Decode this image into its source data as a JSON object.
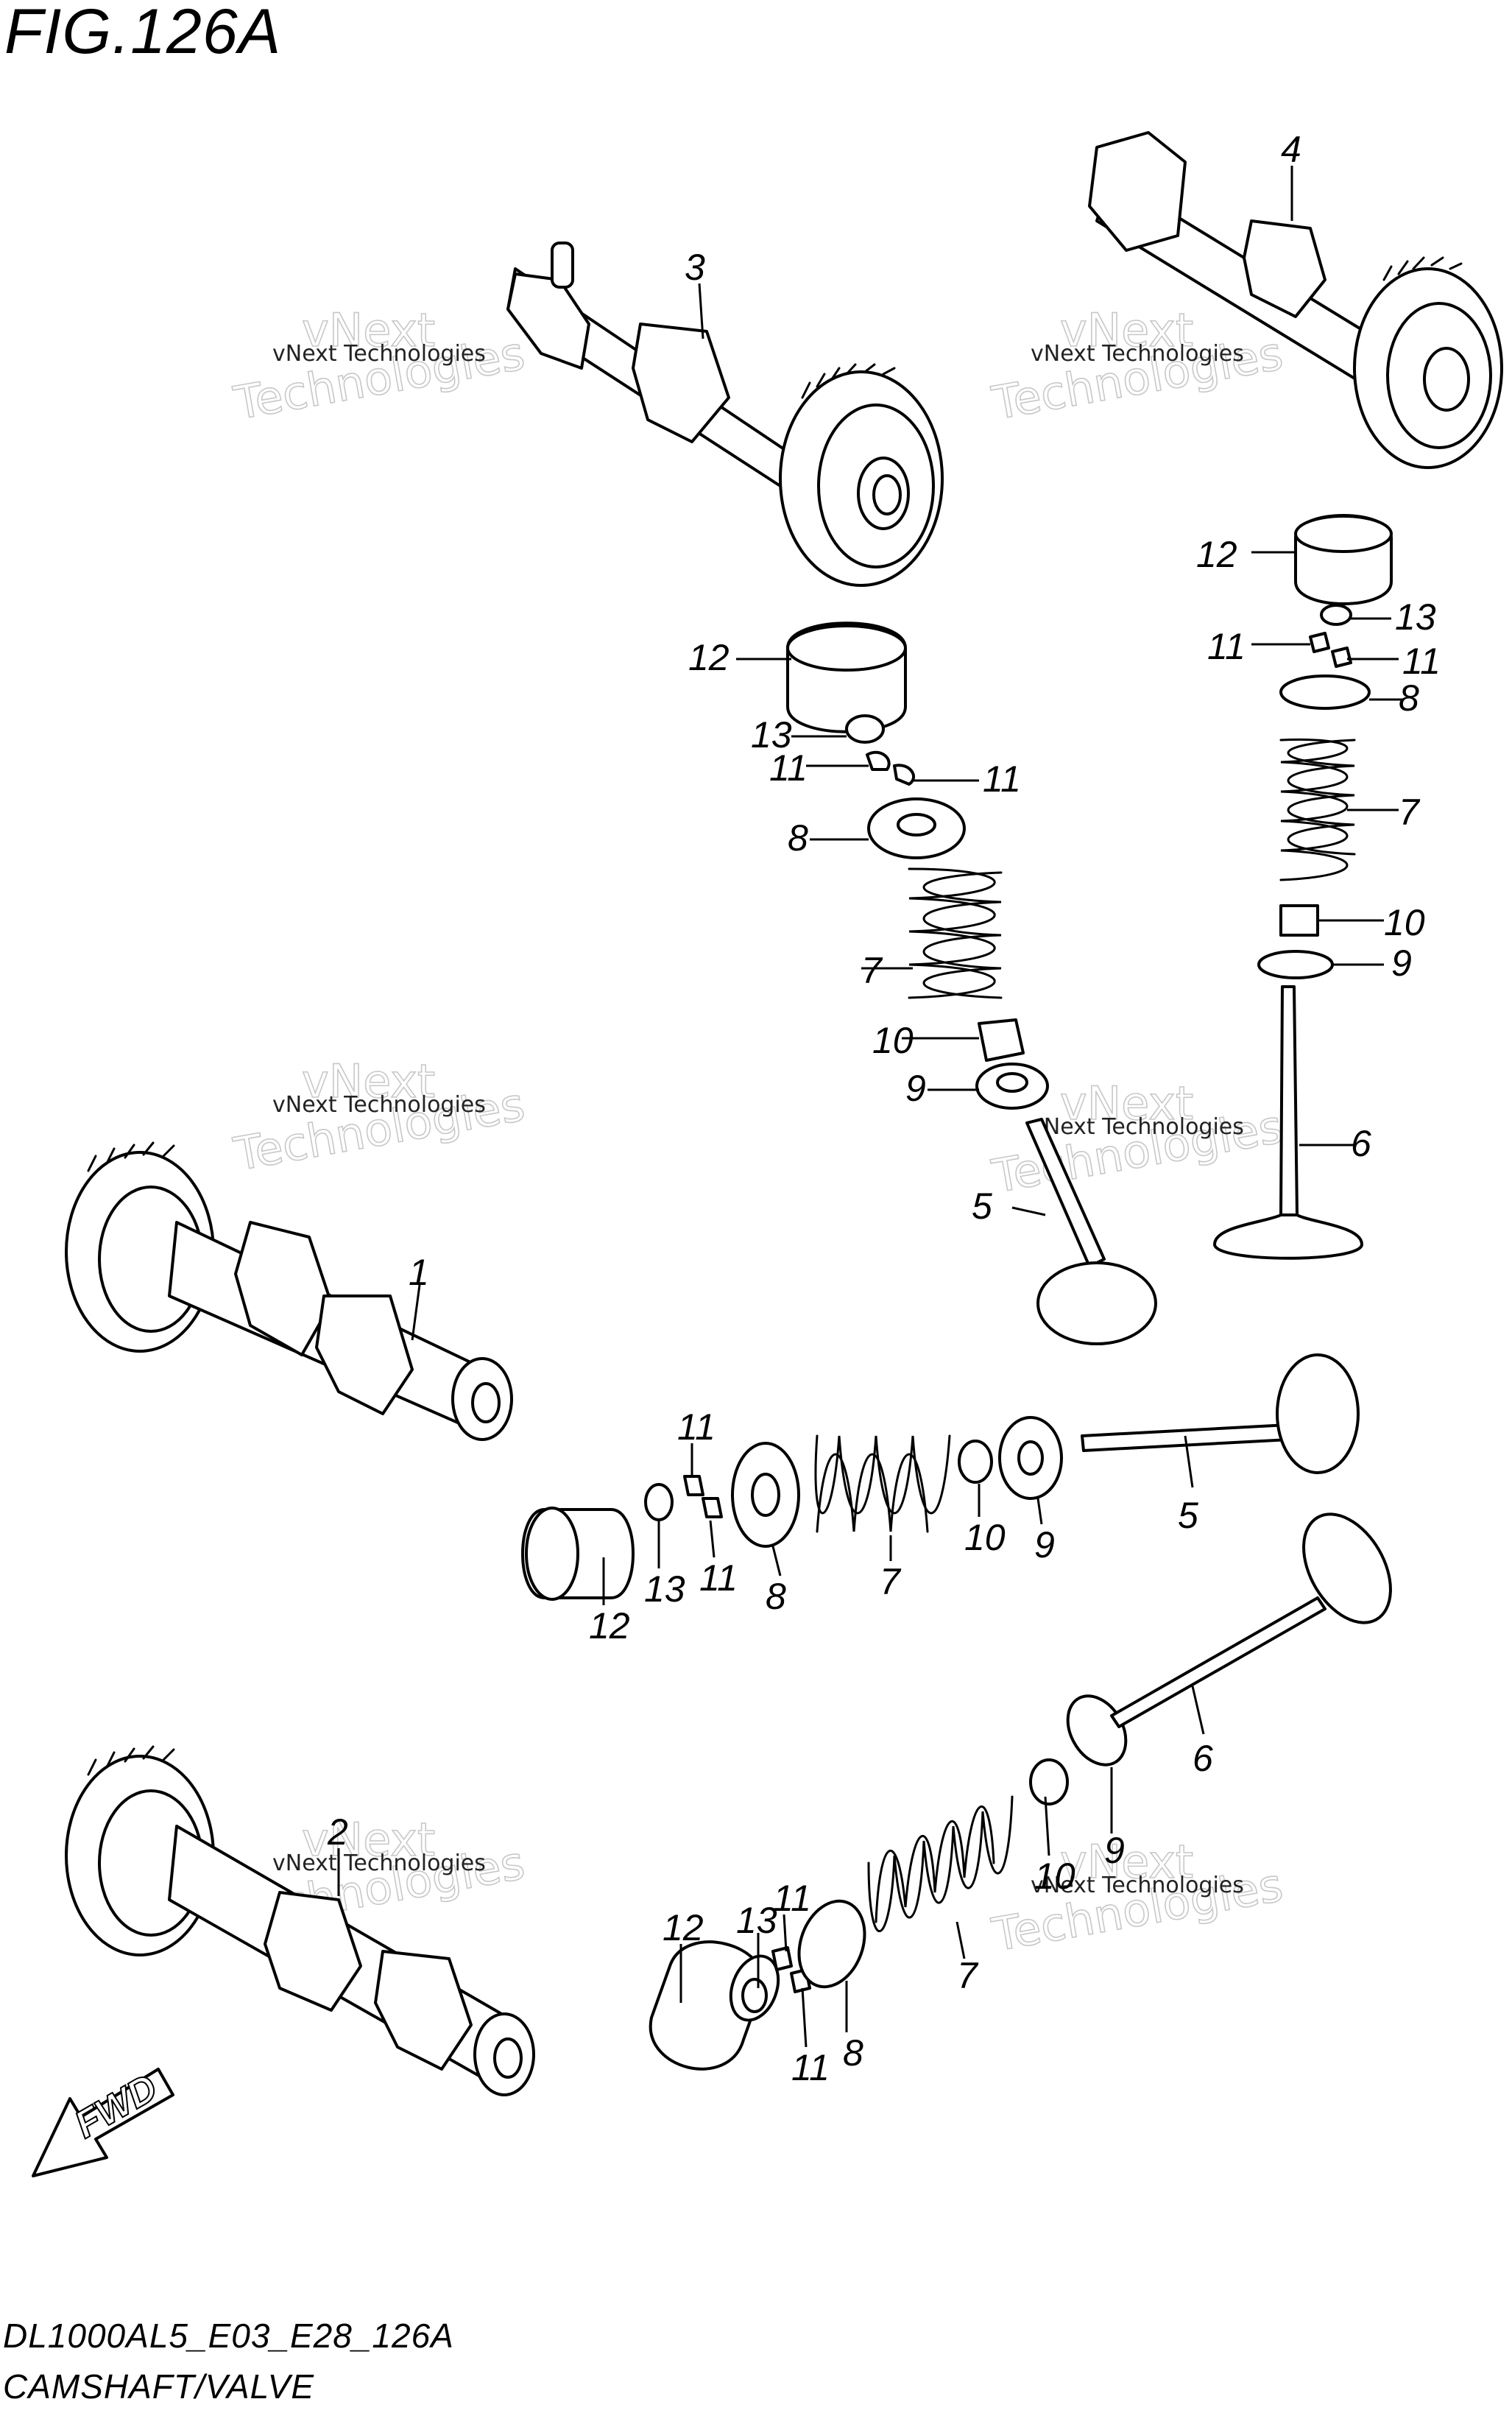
{
  "figure": {
    "title": "FIG.126A",
    "model_code": "DL1000AL5_E03_E28_126A",
    "section": "CAMSHAFT/VALVE"
  },
  "watermark": {
    "line_small": "vNext Technologies",
    "line_big_1": "vNext",
    "line_big_2": "Technologies"
  },
  "fwd_label": "FWD",
  "callouts": [
    {
      "id": "c1",
      "text": "1"
    },
    {
      "id": "c2",
      "text": "2"
    },
    {
      "id": "c3",
      "text": "3"
    },
    {
      "id": "c4",
      "text": "4"
    },
    {
      "id": "c5a",
      "text": "5"
    },
    {
      "id": "c5b",
      "text": "5"
    },
    {
      "id": "c6a",
      "text": "6"
    },
    {
      "id": "c6b",
      "text": "6"
    },
    {
      "id": "c7a",
      "text": "7"
    },
    {
      "id": "c7b",
      "text": "7"
    },
    {
      "id": "c7c",
      "text": "7"
    },
    {
      "id": "c7d",
      "text": "7"
    },
    {
      "id": "c8a",
      "text": "8"
    },
    {
      "id": "c8b",
      "text": "8"
    },
    {
      "id": "c8c",
      "text": "8"
    },
    {
      "id": "c8d",
      "text": "8"
    },
    {
      "id": "c9a",
      "text": "9"
    },
    {
      "id": "c9b",
      "text": "9"
    },
    {
      "id": "c9c",
      "text": "9"
    },
    {
      "id": "c9d",
      "text": "9"
    },
    {
      "id": "c10a",
      "text": "10"
    },
    {
      "id": "c10b",
      "text": "10"
    },
    {
      "id": "c10c",
      "text": "10"
    },
    {
      "id": "c10d",
      "text": "10"
    },
    {
      "id": "c11a",
      "text": "11"
    },
    {
      "id": "c11b",
      "text": "11"
    },
    {
      "id": "c11c",
      "text": "11"
    },
    {
      "id": "c11d",
      "text": "11"
    },
    {
      "id": "c11e",
      "text": "11"
    },
    {
      "id": "c11f",
      "text": "11"
    },
    {
      "id": "c11g",
      "text": "11"
    },
    {
      "id": "c11h",
      "text": "11"
    },
    {
      "id": "c12a",
      "text": "12"
    },
    {
      "id": "c12b",
      "text": "12"
    },
    {
      "id": "c12c",
      "text": "12"
    },
    {
      "id": "c12d",
      "text": "12"
    },
    {
      "id": "c13a",
      "text": "13"
    },
    {
      "id": "c13b",
      "text": "13"
    },
    {
      "id": "c13c",
      "text": "13"
    },
    {
      "id": "c13d",
      "text": "13"
    }
  ]
}
